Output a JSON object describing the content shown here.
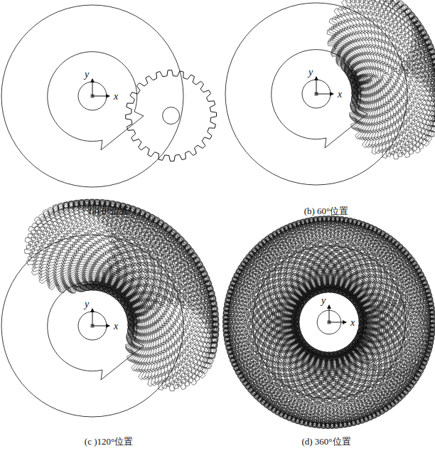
{
  "diagram": {
    "labels": [
      "y",
      "x",
      "(a) 0°位置",
      "y",
      "x",
      "(b) 60°位置",
      "y",
      "x",
      "(c )120°位置",
      "y",
      "x",
      "(d) 360°位置"
    ]
  }
}
